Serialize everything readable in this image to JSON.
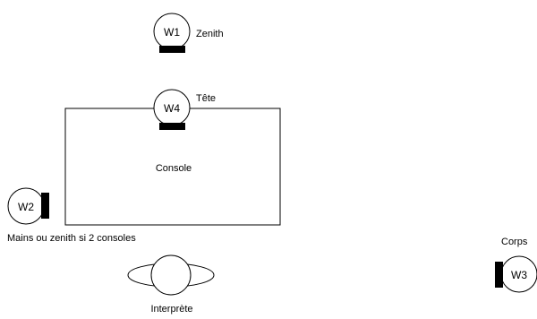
{
  "diagram": {
    "console": {
      "label": "Console"
    },
    "webcams": [
      {
        "id": "W1",
        "label": "Zenith"
      },
      {
        "id": "W4",
        "label": "Tête"
      },
      {
        "id": "W2",
        "label": "Mains ou zenith si 2 consoles"
      },
      {
        "id": "W3",
        "label": "Corps"
      }
    ],
    "performer": {
      "label": "Interprète"
    }
  }
}
